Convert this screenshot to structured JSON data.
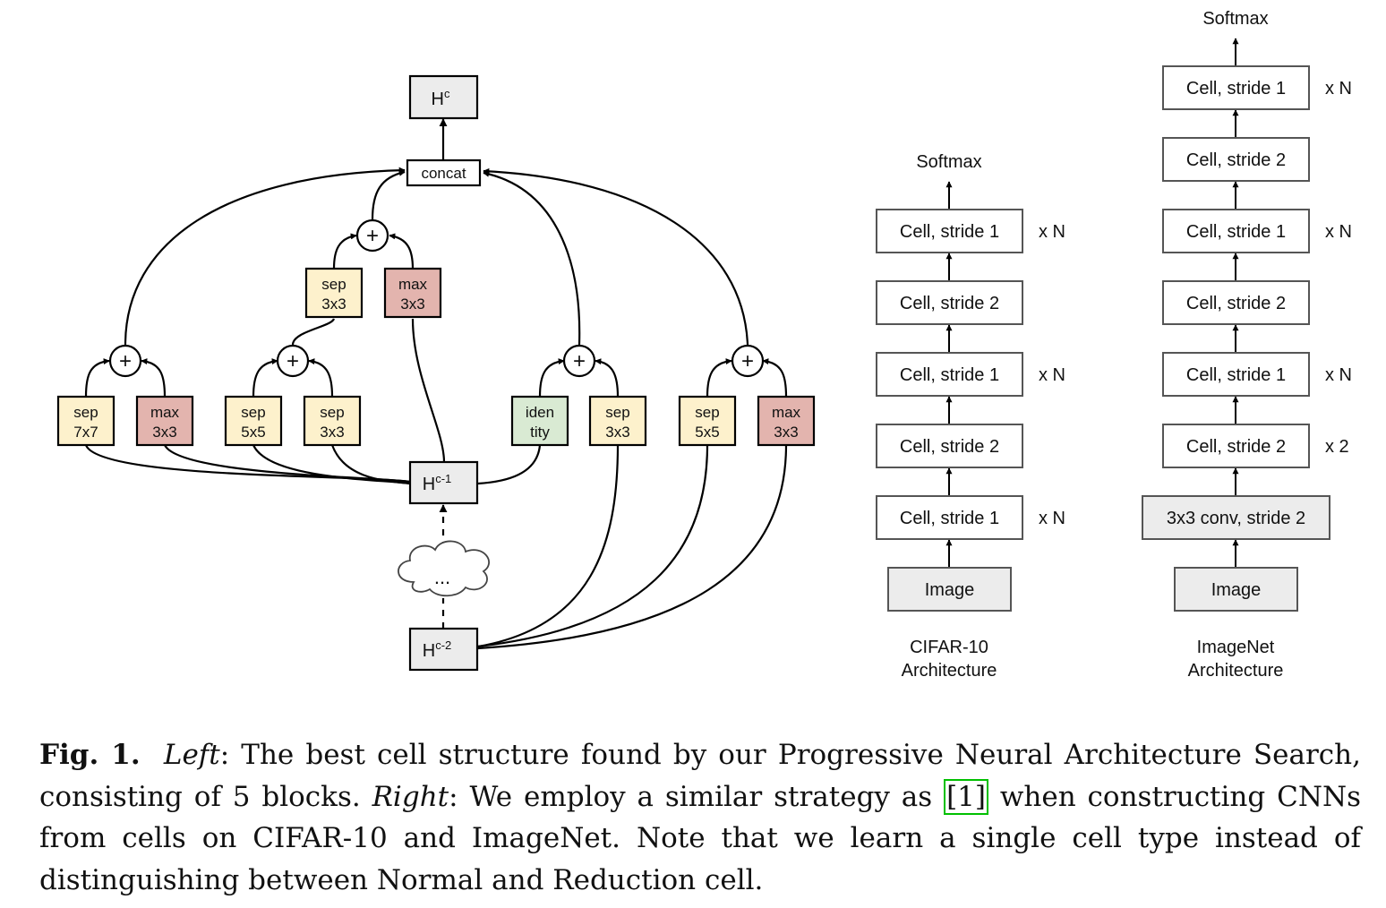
{
  "left_cell": {
    "output_label": "H",
    "output_sup": "c",
    "concat_label": "concat",
    "input1_label": "H",
    "input1_sup": "c-1",
    "input2_label": "H",
    "input2_sup": "c-2",
    "cloud_label": "...",
    "plus_symbol": "+",
    "ops": {
      "sep7x7": [
        "sep",
        "7x7"
      ],
      "max3x3_a": [
        "max",
        "3x3"
      ],
      "sep5x5_a": [
        "sep",
        "5x5"
      ],
      "sep3x3_a": [
        "sep",
        "3x3"
      ],
      "sep3x3_top": [
        "sep",
        "3x3"
      ],
      "max3x3_top": [
        "max",
        "3x3"
      ],
      "identity": [
        "iden",
        "tity"
      ],
      "sep3x3_b": [
        "sep",
        "3x3"
      ],
      "sep5x5_b": [
        "sep",
        "5x5"
      ],
      "max3x3_b": [
        "max",
        "3x3"
      ]
    }
  },
  "cifar": {
    "softmax": "Softmax",
    "cells": [
      "Cell, stride 1",
      "Cell, stride 2",
      "Cell, stride 1",
      "Cell, stride 2",
      "Cell, stride 1"
    ],
    "repeats": [
      "x N",
      "",
      "x N",
      "",
      "x N"
    ],
    "input": "Image",
    "title_line1": "CIFAR-10",
    "title_line2": "Architecture"
  },
  "imagenet": {
    "softmax": "Softmax",
    "cells": [
      "Cell, stride 1",
      "Cell, stride 2",
      "Cell, stride 1",
      "Cell, stride 2",
      "Cell, stride 1",
      "Cell, stride 2",
      "3x3 conv, stride 2"
    ],
    "repeats": [
      "x N",
      "",
      "x N",
      "",
      "x N",
      "x 2",
      ""
    ],
    "input": "Image",
    "title_line1": "ImageNet",
    "title_line2": "Architecture"
  },
  "caption": {
    "label": "Fig. 1.",
    "left_word": "Left",
    "left_text": ": The best cell structure found by our Progressive Neural Architecture Search, consisting of 5 blocks.",
    "right_word": "Right",
    "right_text_a": ": We employ a similar strategy as",
    "ref": "[1]",
    "right_text_b": "when constructing CNNs from cells on CIFAR-10 and ImageNet. Note that we learn a single cell type instead of distinguishing between Normal and Reduction cell."
  },
  "colors": {
    "sep": "#fdf1cc",
    "max": "#e3b4ae",
    "identity": "#d9ead3",
    "gray_box": "#ececec",
    "ref_border": "#00c000"
  }
}
